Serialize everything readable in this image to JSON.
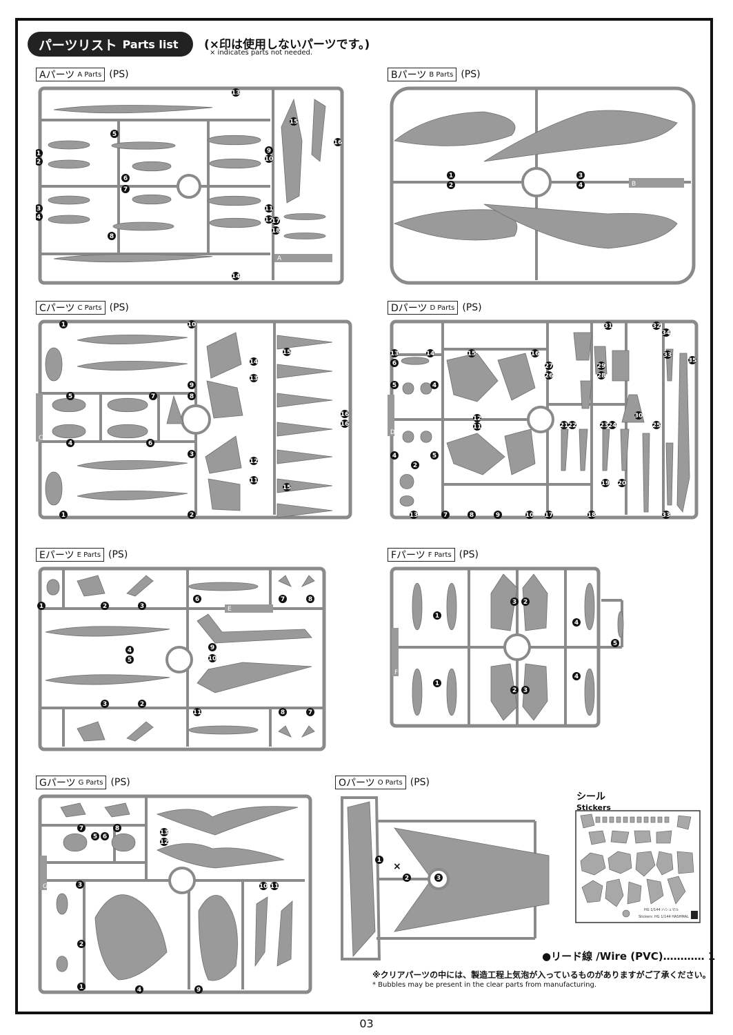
{
  "header": {
    "title_jp": "パーツリスト",
    "title_en": "Parts list",
    "note_jp": "(×印は使用しないパーツです。)",
    "note_en": "× indicates parts not needed."
  },
  "panels": [
    {
      "key": "A",
      "label_jp": "Aパーツ",
      "label_en": "A Parts",
      "material": "(PS)",
      "runner_tag": "A",
      "numbers": [
        "13",
        "15",
        "5",
        "16",
        "1",
        "9",
        "2",
        "10",
        "6",
        "7",
        "3",
        "11",
        "4",
        "12",
        "17",
        "18",
        "8",
        "14"
      ]
    },
    {
      "key": "B",
      "label_jp": "Bパーツ",
      "label_en": "B Parts",
      "material": "(PS)",
      "runner_tag": "B",
      "numbers": [
        "1",
        "3",
        "2",
        "4"
      ]
    },
    {
      "key": "C",
      "label_jp": "Cパーツ",
      "label_en": "C Parts",
      "material": "(PS)",
      "runner_tag": "C",
      "numbers": [
        "1",
        "10",
        "15",
        "14",
        "13",
        "9",
        "5",
        "7",
        "8",
        "16",
        "16",
        "4",
        "6",
        "3",
        "12",
        "11",
        "15",
        "1",
        "2"
      ]
    },
    {
      "key": "D",
      "label_jp": "Dパーツ",
      "label_en": "D Parts",
      "material": "(PS)",
      "runner_tag": "D",
      "numbers": [
        "31",
        "32",
        "34",
        "13",
        "14",
        "15",
        "16",
        "33",
        "35",
        "6",
        "27",
        "29",
        "26",
        "28",
        "5",
        "4",
        "12",
        "30",
        "11",
        "21",
        "22",
        "23",
        "24",
        "25",
        "4",
        "5",
        "2",
        "19",
        "20",
        "13",
        "7",
        "8",
        "9",
        "10",
        "17",
        "18",
        "33"
      ]
    },
    {
      "key": "E",
      "label_jp": "Eパーツ",
      "label_en": "E Parts",
      "material": "(PS)",
      "runner_tag": "E",
      "numbers": [
        "1",
        "2",
        "3",
        "6",
        "7",
        "8",
        "4",
        "5",
        "9",
        "10",
        "3",
        "2",
        "11",
        "8",
        "7"
      ]
    },
    {
      "key": "F",
      "label_jp": "Fパーツ",
      "label_en": "F Parts",
      "material": "(PS)",
      "runner_tag": "F",
      "numbers": [
        "3",
        "2",
        "1",
        "4",
        "5",
        "2",
        "3",
        "1",
        "4"
      ]
    },
    {
      "key": "G",
      "label_jp": "Gパーツ",
      "label_en": "G Parts",
      "material": "(PS)",
      "runner_tag": "G",
      "numbers": [
        "7",
        "8",
        "13",
        "12",
        "5",
        "6",
        "3",
        "10",
        "11",
        "2",
        "1",
        "4",
        "9"
      ]
    },
    {
      "key": "O",
      "label_jp": "Oパーツ",
      "label_en": "O Parts",
      "material": "(PS)",
      "runner_tag": "",
      "numbers": [
        "1",
        "2",
        "3"
      ]
    }
  ],
  "stickers": {
    "title_jp": "シール",
    "title_en": "Stickers",
    "sheet_text_1": "HG 1/144 ハシュマル",
    "sheet_text_2": "Stickers: HG 1/144 HASHMAL"
  },
  "wire_note": "●リード線 /Wire (PVC)………… 1",
  "bubble_note_jp": "※クリアパーツの中には、製造工程上気泡が入っているものがありますがご了承ください。",
  "bubble_note_en": "* Bubbles may be present in the clear parts from manufacturing.",
  "page_number": "03",
  "colors": {
    "frame": "#111111",
    "runner": "#8a8a8a",
    "part": "#9a9a9a",
    "badge": "#111111"
  }
}
